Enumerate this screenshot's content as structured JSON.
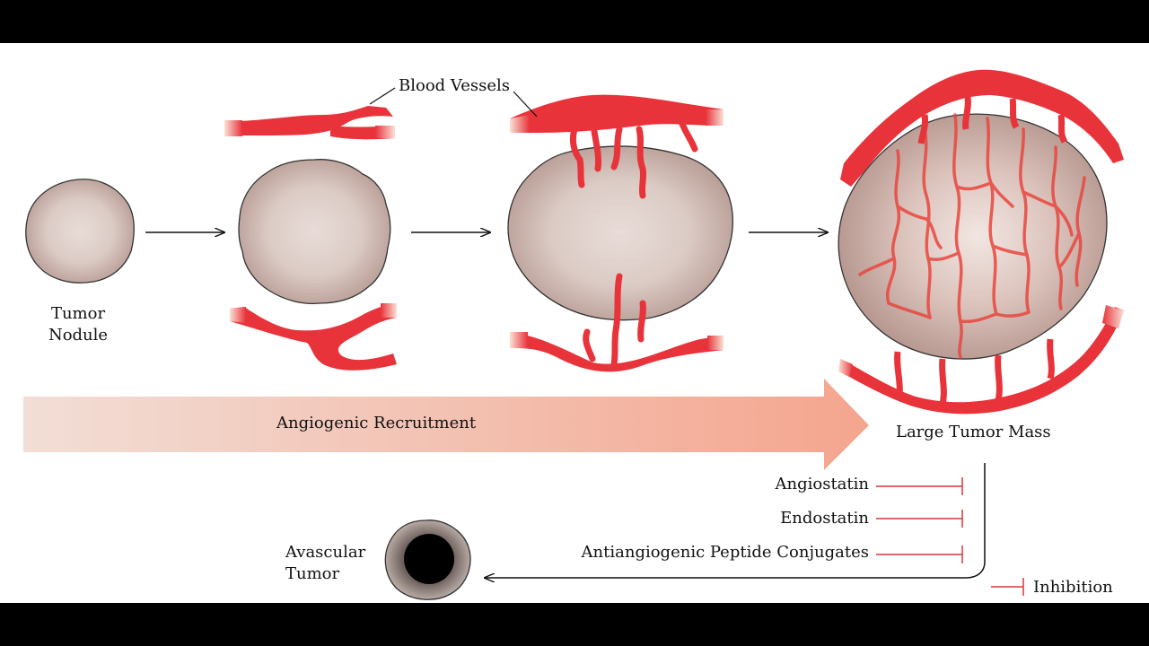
{
  "labels": {
    "tumor_nodule_line1": "Tumor",
    "tumor_nodule_line2": "Nodule",
    "blood_vessels": "Blood Vessels",
    "angiogenic_recruitment": "Angiogenic Recruitment",
    "large_tumor_mass": "Large Tumor Mass",
    "avascular_line1": "Avascular",
    "avascular_line2": "Tumor"
  },
  "inhibitors": [
    "Angiostatin",
    "Endostatin",
    "Antiangiogenic Peptide Conjugates"
  ],
  "legend": {
    "inhibition": "Inhibition"
  },
  "colors": {
    "vessel": "#e8333a",
    "tumor_fill": "#c9b1aa",
    "tumor_center": "#e6d8d3",
    "tumor_outline": "#333333",
    "arrow_start": "#f2ded6",
    "arrow_end": "#f4a58e",
    "inhibition_line": "#d9363a",
    "necrotic_core": "#000000"
  }
}
